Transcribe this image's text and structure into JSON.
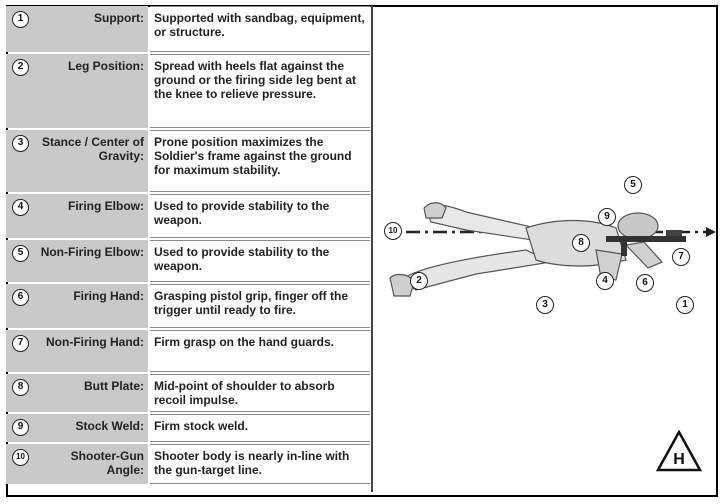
{
  "rows": [
    {
      "num": "1",
      "label": "Support:",
      "desc": "Supported with sandbag, equipment, or structure."
    },
    {
      "num": "2",
      "label": "Leg Position:",
      "desc": "Spread with heels flat against the ground or the firing side leg bent at the knee to relieve pressure."
    },
    {
      "num": "3",
      "label": "Stance / Center of Gravity:",
      "desc": "Prone position maximizes the Soldier's frame against the ground for maximum stability."
    },
    {
      "num": "4",
      "label": "Firing Elbow:",
      "desc": "Used to provide stability to the weapon."
    },
    {
      "num": "5",
      "label": "Non-Firing Elbow:",
      "desc": "Used to provide stability to the weapon."
    },
    {
      "num": "6",
      "label": "Firing Hand:",
      "desc": "Grasping pistol grip, finger off the trigger until ready to fire."
    },
    {
      "num": "7",
      "label": "Non-Firing Hand:",
      "desc": "Firm grasp on the hand guards."
    },
    {
      "num": "8",
      "label": "Butt Plate:",
      "desc": "Mid-point of shoulder to absorb recoil impulse."
    },
    {
      "num": "9",
      "label": "Stock Weld:",
      "desc": "Firm stock weld."
    },
    {
      "num": "10",
      "label": "Shooter-Gun Angle:",
      "desc": "Shooter body is nearly in-line with the gun-target line."
    }
  ],
  "callouts": {
    "c1": "1",
    "c2": "2",
    "c3": "3",
    "c4": "4",
    "c5": "5",
    "c6": "6",
    "c7": "7",
    "c8": "8",
    "c9": "9",
    "c10": "10"
  },
  "hazard_label": "H",
  "icons": [
    "prone-soldier-illustration",
    "hazard-triangle-icon"
  ]
}
